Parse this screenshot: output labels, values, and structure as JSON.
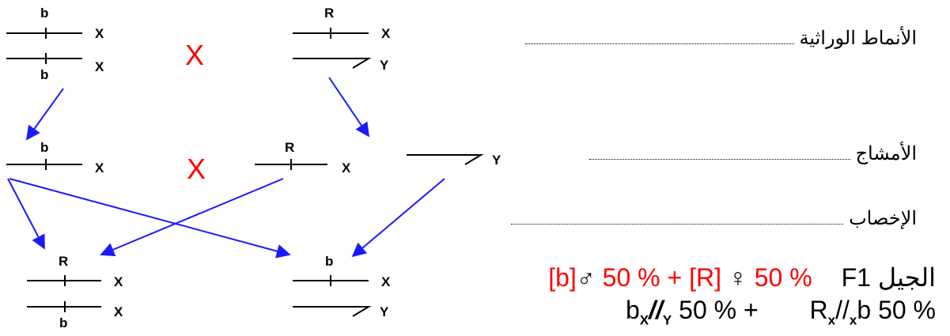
{
  "labels": {
    "genotypes": "الأنماط الوراثية",
    "gametes": "الأمشاج",
    "fertilization": "الإخصاب",
    "f1": "الجيل F1"
  },
  "alleles": {
    "b": "b",
    "R": "R"
  },
  "chromosomes": {
    "x": "X",
    "y": "Y"
  },
  "cross_symbol": "X",
  "phenotypes": {
    "male_pheno": "[b]",
    "male_symbol": "♂",
    "male_pct": "50 %",
    "plus": "+",
    "female_pheno": "[R]",
    "female_symbol": "♀",
    "female_pct": "50 %"
  },
  "genotype_line": {
    "male_allele": "b",
    "male_x": "X",
    "separator_bold": "//",
    "male_y": "Y",
    "male_pct": "50 %",
    "plus": "+",
    "female_allele_1": "R",
    "female_x": "x",
    "separator": "//",
    "female_x2": "x",
    "female_allele_2": "b",
    "female_pct": "50 %"
  },
  "colors": {
    "arrow": "#1a1aff",
    "accent": "#ff0000",
    "ink": "#000000"
  }
}
